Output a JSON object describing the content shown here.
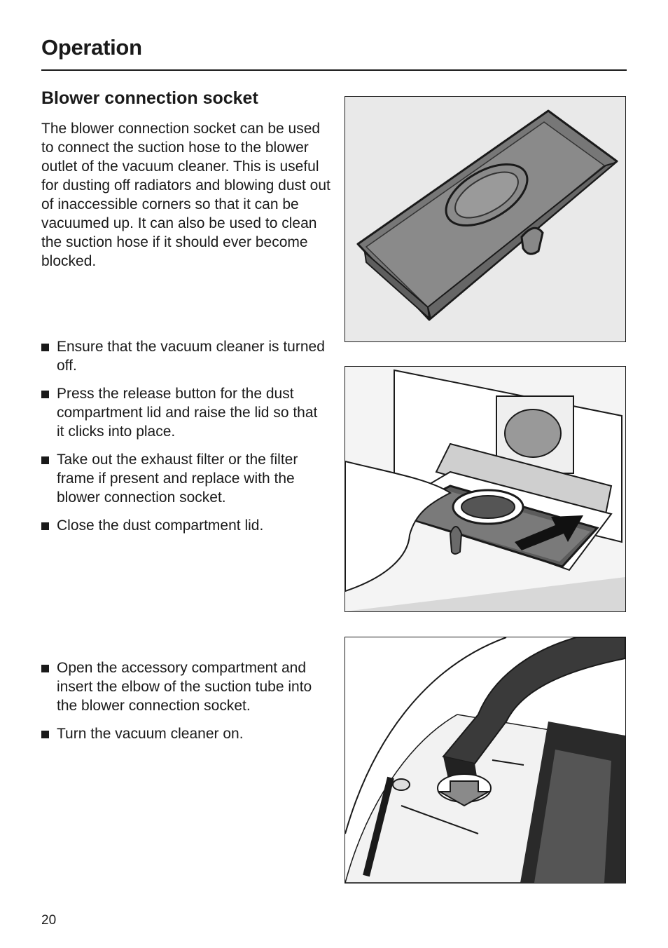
{
  "header": {
    "section_title": "Operation"
  },
  "content": {
    "subheading": "Blower connection socket",
    "intro": "The blower connection socket can be used to connect the suction hose to the blower outlet of the vacuum cleaner. This is useful for dusting off radiators and blowing dust out of inaccessible corners so that it can be vacuumed up. It can also be used to clean the suction hose if it should ever become blocked.",
    "steps_group1": [
      "Ensure that the vacuum cleaner is turned off.",
      "Press the release button for the dust compartment lid and raise the lid so that it clicks into place.",
      "Take out the exhaust filter or the filter frame if present and replace with the blower connection socket.",
      "Close the dust compartment lid."
    ],
    "steps_group2": [
      "Open the accessory compartment and insert the elbow of the suction tube into the blower connection socket.",
      "Turn the vacuum cleaner on."
    ]
  },
  "footer": {
    "page_number": "20"
  }
}
